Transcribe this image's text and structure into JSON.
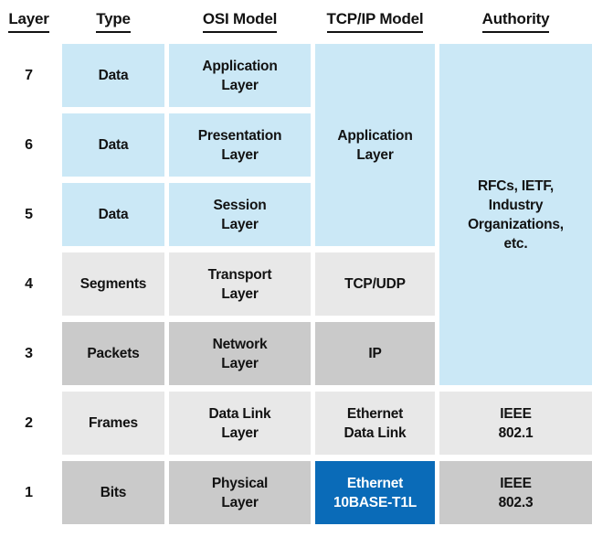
{
  "columns": [
    "Layer",
    "Type",
    "OSI Model",
    "TCP/IP Model",
    "Authority"
  ],
  "rows": [
    {
      "layer": "7",
      "type": "Data",
      "osi": "Application\nLayer"
    },
    {
      "layer": "6",
      "type": "Data",
      "osi": "Presentation\nLayer"
    },
    {
      "layer": "5",
      "type": "Data",
      "osi": "Session\nLayer"
    },
    {
      "layer": "4",
      "type": "Segments",
      "osi": "Transport\nLayer",
      "tcpip": "TCP/UDP"
    },
    {
      "layer": "3",
      "type": "Packets",
      "osi": "Network\nLayer",
      "tcpip": "IP"
    },
    {
      "layer": "2",
      "type": "Frames",
      "osi": "Data Link\nLayer",
      "tcpip": "Ethernet\nData Link",
      "authority": "IEEE\n802.1"
    },
    {
      "layer": "1",
      "type": "Bits",
      "osi": "Physical\nLayer",
      "tcpip": "Ethernet\n10BASE-T1L",
      "authority": "IEEE\n802.3"
    }
  ],
  "merged_cells": {
    "tcpip_application": "Application\nLayer",
    "authority_rfcs": "RFCs, IETF,\nIndustry\nOrganizations,\netc."
  },
  "colors": {
    "light_blue": "#cbe8f6",
    "light_gray": "#e8e8e8",
    "medium_gray": "#cacaca",
    "highlight_blue": "#0a6bb8",
    "text": "#121212",
    "text_on_highlight": "#ffffff"
  }
}
